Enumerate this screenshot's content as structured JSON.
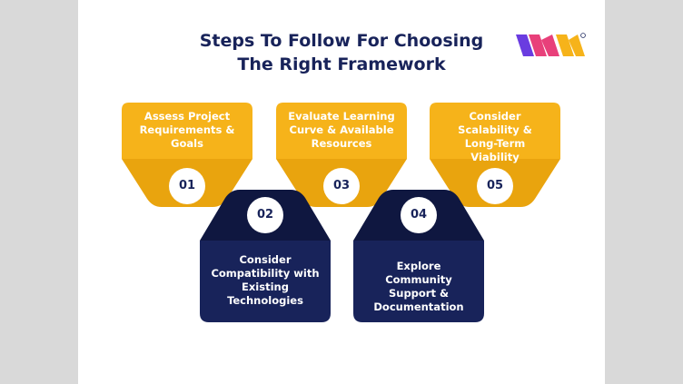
{
  "title": {
    "line1": "Steps To Follow For Choosing",
    "line2": "The Right Framework"
  },
  "colors": {
    "orange": "#f6b31a",
    "orange_dark": "#e09a06",
    "navy": "#18235a",
    "navy_dark": "#0f1740"
  },
  "steps": [
    {
      "number": "01",
      "label": "Assess Project Requirements & Goals"
    },
    {
      "number": "02",
      "label": "Consider Compatibility with Existing Technologies"
    },
    {
      "number": "03",
      "label": "Evaluate Learning Curve & Available Resources"
    },
    {
      "number": "04",
      "label": "Explore Community Support & Documentation"
    },
    {
      "number": "05",
      "label": "Consider Scalability & Long-Term Viability"
    }
  ]
}
